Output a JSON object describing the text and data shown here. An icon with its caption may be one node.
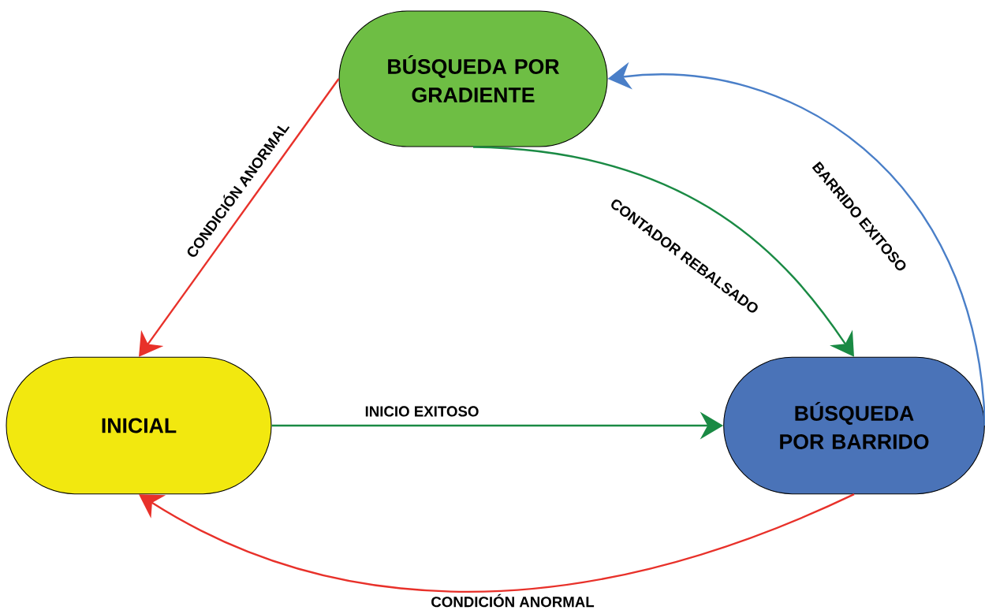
{
  "diagram": {
    "nodes": [
      {
        "text": [
          "BÚSQUEDA POR GRADIENTE"
        ]
      },
      {
        "text": [
          "INICIAL"
        ]
      },
      {
        "text": [
          "BÚSQUEDA POR BARRIDO"
        ]
      }
    ],
    "edges": [
      {
        "from": 0,
        "to": 1,
        "arrow": "to",
        "label": "CONDICIÓN ANORMAL",
        "color": "#e8312a"
      },
      {
        "from": 0,
        "to": 2,
        "arrow": "to",
        "label": "CONTADOR REBALSADO",
        "color": "#1a8a44"
      },
      {
        "from": 2,
        "to": 0,
        "arrow": "to",
        "label": "BARRIDO EXITOSO",
        "color": "#4a7fc8"
      },
      {
        "from": 1,
        "to": 2,
        "arrow": "to",
        "label": "INICIO EXITOSO",
        "color": "#1a8a44"
      },
      {
        "from": 2,
        "to": 1,
        "arrow": "to",
        "label": "CONDICIÓN ANORMAL",
        "color": "#e8312a"
      }
    ]
  }
}
